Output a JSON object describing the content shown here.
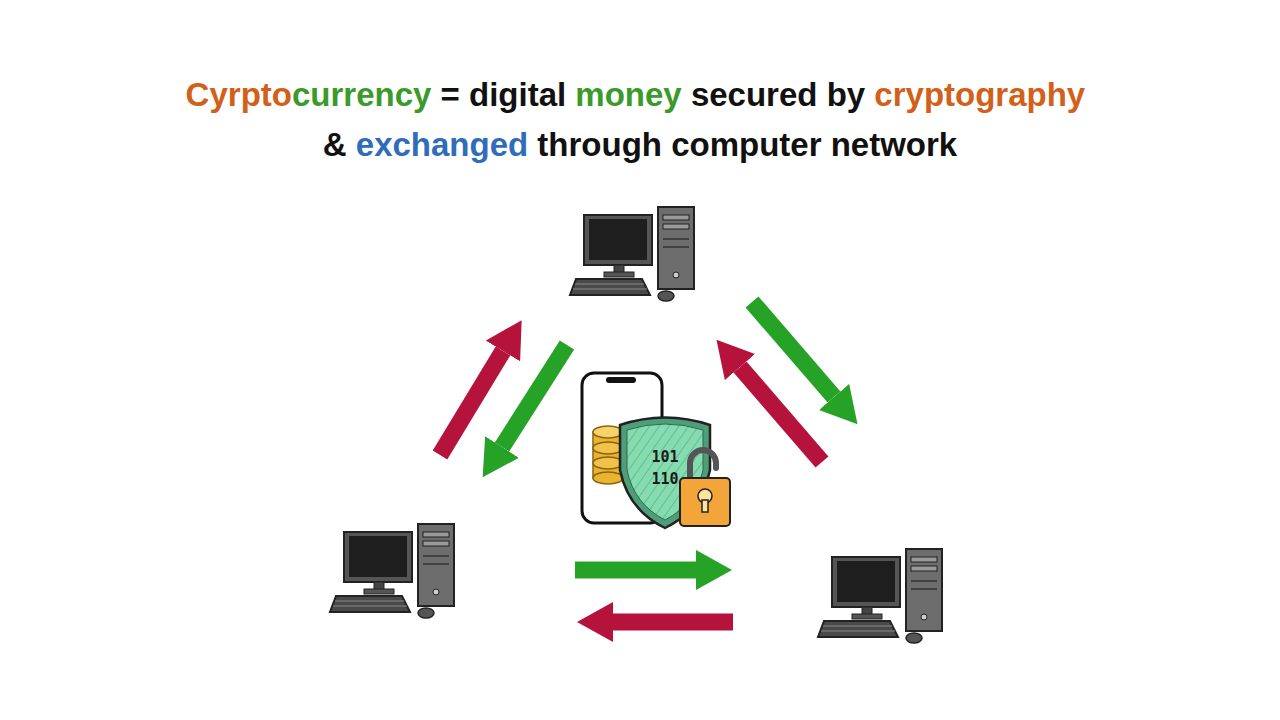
{
  "diagram": {
    "title": "Cyrptocurrency = digital money secured by cryptography & exchanged through computer network",
    "labels": [
      "101",
      "110"
    ]
  }
}
